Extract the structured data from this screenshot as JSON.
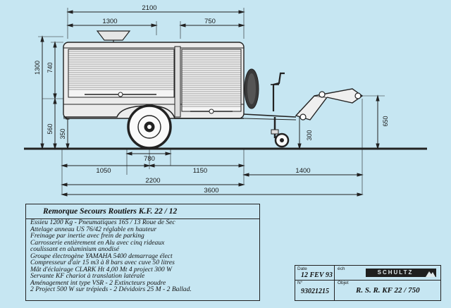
{
  "dimensions": {
    "total_length_top": "2100",
    "body_length": "1300",
    "rear_section": "750",
    "overall_height": "1300",
    "body_height": "740",
    "axle_height": "560",
    "wheel_height": "350",
    "jockey_height": "300",
    "drawbar_height": "650",
    "wheel_offset": "780",
    "front_overhang": "1050",
    "axle_to_front": "1150",
    "drawbar_length": "1400",
    "body_total": "2200",
    "overall_length": "3600"
  },
  "specs": {
    "title": "Remorque Secours Routiers  K.F.  22 / 12",
    "lines": [
      "Essieu 1200 Kg - Pneumatiques 165 / 13  Roue de Sec",
      "Attelage anneau US 76/42 réglable en hauteur",
      "Freinage par inertie avec frein de parking",
      "Carrosserie entièrement en Alu avec cinq rideaux",
      "coulissant en aluminium anodisé",
      "Groupe électrogène YAMAHA 5400 demarrage élect",
      "Compresseur d'air 15 m3 à 8 bars avec cuve 50 litres",
      "Mât d'éclairage CLARK Ht 4,00 Mt  4 project 300 W",
      "Servante  KF  chariot à translation latérale",
      "Aménagement int type VSR - 2 Extincteurs poudre",
      "2 Project 500 W sur trépieds - 2 Dévidoirs 25 M - 2 Ballad."
    ]
  },
  "cartouche": {
    "date_label": "Date",
    "date_value": "12 FEV 93",
    "scale_label": "éch",
    "brand": "SCHULTZ",
    "number_label": "N°",
    "number_value": "93021215",
    "object_label": "Objet",
    "object_value": "R. S. R.  KF  22 / 750"
  }
}
